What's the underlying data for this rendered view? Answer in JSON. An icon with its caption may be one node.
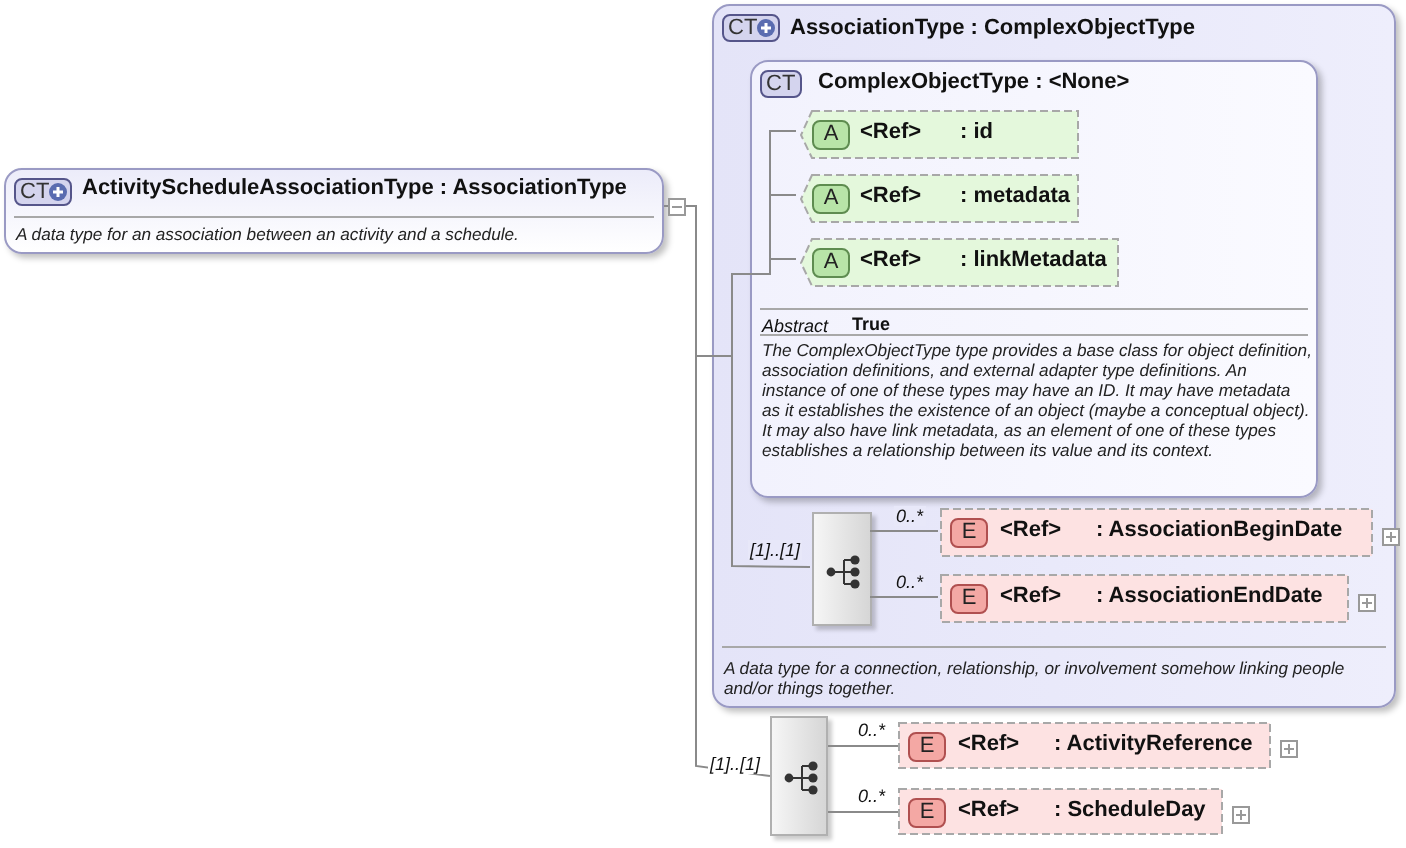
{
  "diagram": {
    "nodes": [
      {
        "text": [
          "CT",
          "ActivityScheduleAssociationType : AssociationType",
          "A data type for an association between an activity and a schedule."
        ]
      },
      {
        "text": [
          "CT",
          "AssociationType : ComplexObjectType",
          "A data type for a connection, relationship, or involvement somehow linking people and/or things together."
        ]
      },
      {
        "text": [
          "CT",
          "ComplexObjectType : <None>",
          "Abstract",
          "True",
          "The ComplexObjectType type provides a base class for object definition, association definitions, and external adapter type definitions. An instance of one of these types may have an ID. It may have metadata as it establishes the existence of an object (maybe a conceptual object). It may also have link metadata, as an element of one of these types establishes a relationship between its value and its context."
        ],
        "in": 1
      },
      {
        "text": [
          "A",
          "<Ref>",
          ": id"
        ],
        "in": 2
      },
      {
        "text": [
          "A",
          "<Ref>",
          ": metadata"
        ],
        "in": 2
      },
      {
        "text": [
          "A",
          "<Ref>",
          ": linkMetadata"
        ],
        "in": 2
      },
      {
        "text": [],
        "shape": "box",
        "in": 1
      },
      {
        "text": [
          "E",
          "<Ref>",
          ": AssociationBeginDate"
        ],
        "in": 1
      },
      {
        "text": [
          "E",
          "<Ref>",
          ": AssociationEndDate"
        ],
        "in": 1
      },
      {
        "text": [],
        "shape": "box"
      },
      {
        "text": [
          "E",
          "<Ref>",
          ": ActivityReference"
        ]
      },
      {
        "text": [
          "E",
          "<Ref>",
          ": ScheduleDay"
        ]
      }
    ],
    "edges": [
      {
        "from": 0,
        "to": 3,
        "arrow": "none"
      },
      {
        "from": 0,
        "to": 4,
        "arrow": "none"
      },
      {
        "from": 0,
        "to": 5,
        "arrow": "none"
      },
      {
        "from": 0,
        "to": 6,
        "arrow": "none",
        "label": "[1]..[1]"
      },
      {
        "from": 6,
        "to": 7,
        "arrow": "none",
        "label": "0..*"
      },
      {
        "from": 6,
        "to": 8,
        "arrow": "none",
        "label": "0..*"
      },
      {
        "from": 0,
        "to": 9,
        "arrow": "none",
        "label": "[1]..[1]"
      },
      {
        "from": 9,
        "to": 10,
        "arrow": "none",
        "label": "0..*"
      },
      {
        "from": 9,
        "to": 11,
        "arrow": "none",
        "label": "0..*"
      }
    ]
  }
}
